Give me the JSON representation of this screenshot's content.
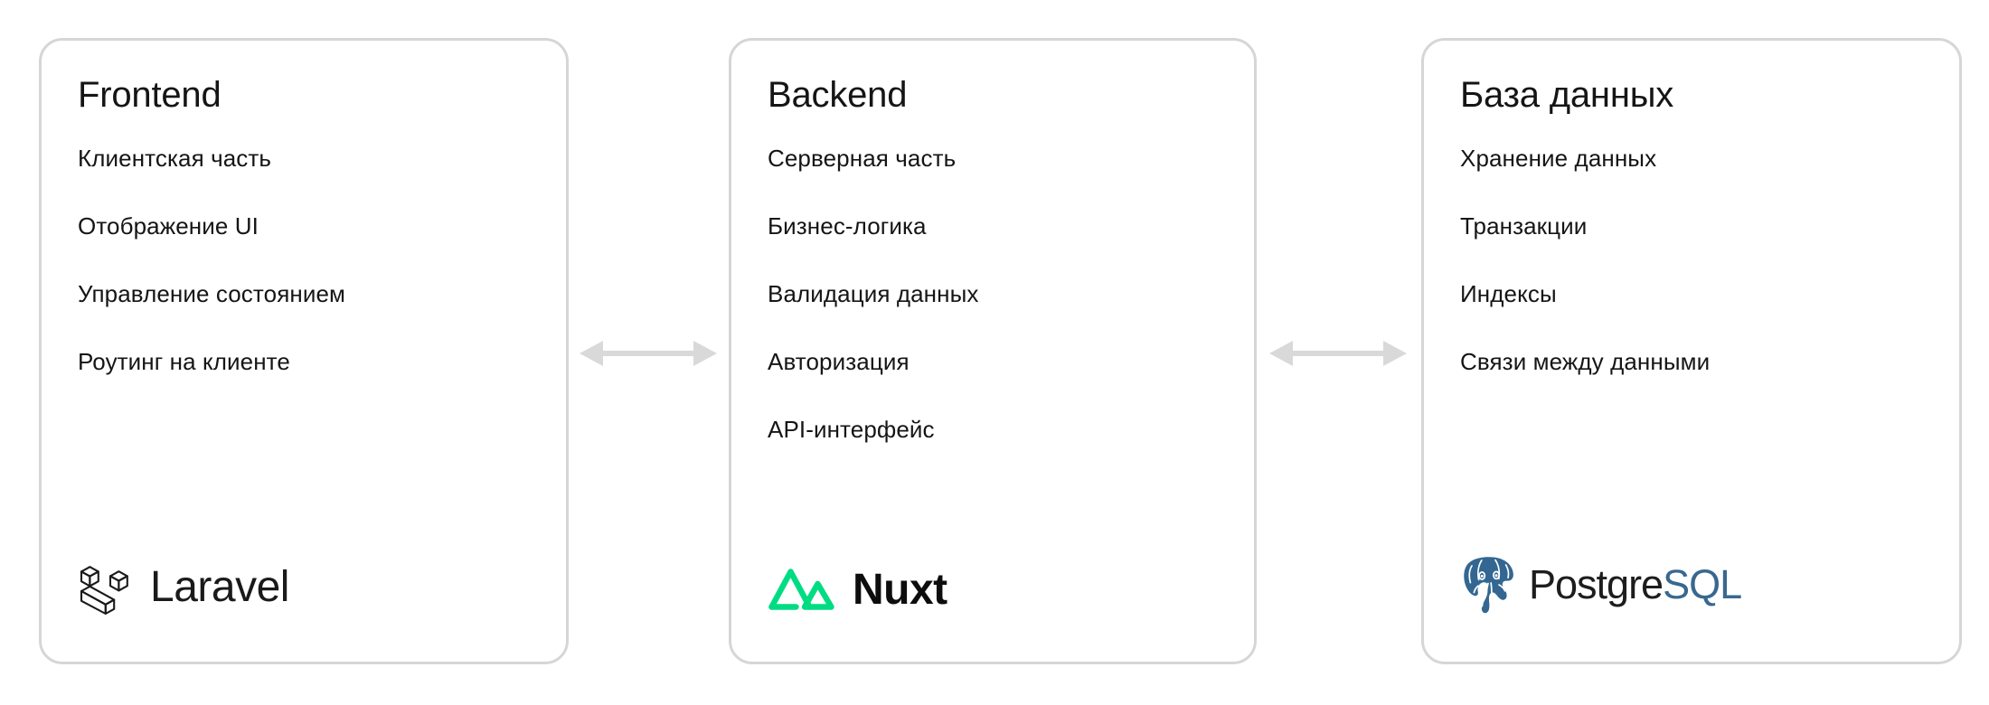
{
  "diagram": {
    "title_implicit": "",
    "background_color": "#ffffff",
    "card_border_color": "#d6d6d6",
    "arrow_color": "#d9d9d9",
    "text_color": "#151515"
  },
  "cards": [
    {
      "id": "frontend",
      "title": "Frontend",
      "items": [
        "Клиентская часть",
        "Отображение UI",
        "Управление состоянием",
        "Роутинг на клиенте"
      ],
      "logo": {
        "name": "laravel-logo",
        "wordmark": "Laravel",
        "mark_color": "#1a1a1a",
        "word_color": "#1a1a1a"
      }
    },
    {
      "id": "backend",
      "title": "Backend",
      "items": [
        "Серверная часть",
        "Бизнес-логика",
        "Валидация данных",
        "Авторизация",
        "API-интерфейс"
      ],
      "logo": {
        "name": "nuxt-logo",
        "wordmark": "Nuxt",
        "mark_color": "#00DC82",
        "word_color": "#0d0d0d"
      }
    },
    {
      "id": "database",
      "title": "База данных",
      "items": [
        "Хранение данных",
        "Транзакции",
        "Индексы",
        "Связи между данными"
      ],
      "logo": {
        "name": "postgresql-logo",
        "wordmark_dark": "Postgre",
        "wordmark_accent": "SQL",
        "mark_color": "#336791",
        "accent_color": "#39688f"
      }
    }
  ],
  "connectors": [
    {
      "id": "frontend-backend",
      "type": "double-arrow",
      "direction": "bidirectional"
    },
    {
      "id": "backend-database",
      "type": "double-arrow",
      "direction": "bidirectional"
    }
  ]
}
